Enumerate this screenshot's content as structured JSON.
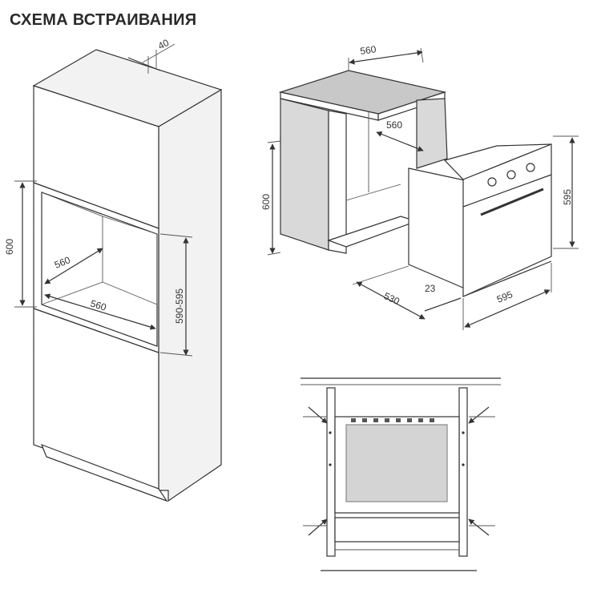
{
  "title": "СХЕМА ВСТРАИВАНИЯ",
  "left_cabinet": {
    "dim_top": "40",
    "dim_height_left": "600",
    "dim_depth": "560",
    "dim_width": "560",
    "dim_height_right": "590-595"
  },
  "niche": {
    "dim_width_top": "560",
    "dim_depth": "560",
    "dim_height": "600"
  },
  "oven": {
    "dim_height": "595",
    "dim_depth": "530",
    "dim_front": "23",
    "dim_width": "595"
  }
}
